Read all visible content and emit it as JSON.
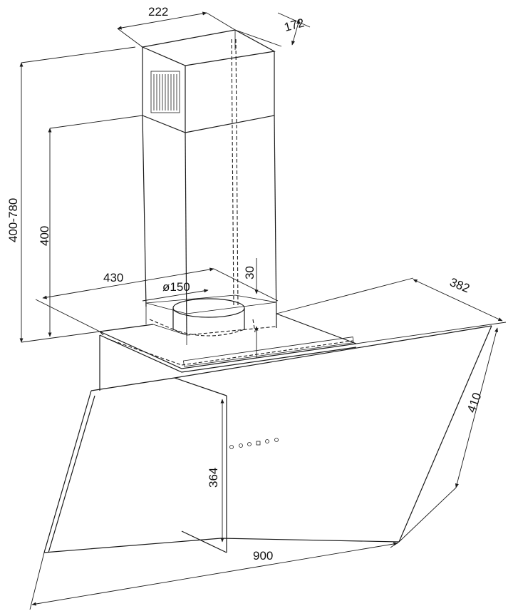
{
  "dimensions": {
    "chimney_width": "222",
    "chimney_depth": "172",
    "total_height": "400-780",
    "upper_height": "400",
    "body_width": "430",
    "duct_diameter": "ø150",
    "offset": "30",
    "body_depth": "382",
    "glass_height": "410",
    "panel_height": "364",
    "total_width": "900"
  },
  "colors": {
    "line": "#1a1a1a",
    "background": "#ffffff"
  }
}
